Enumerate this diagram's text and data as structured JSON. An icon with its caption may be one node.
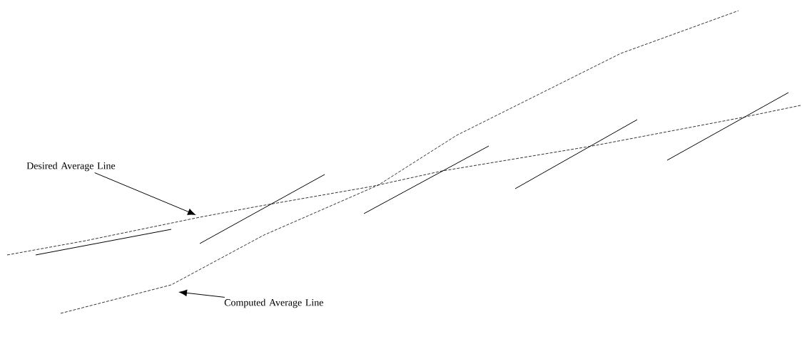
{
  "diagram": {
    "nodes": [
      {
        "text": [
          "Desired Average Line"
        ]
      },
      {
        "text": [
          "Computed Average Line"
        ]
      }
    ],
    "edges": [
      {
        "from": 0,
        "to": null,
        "arrow": "to"
      },
      {
        "from": 1,
        "to": null,
        "arrow": "to"
      }
    ]
  }
}
